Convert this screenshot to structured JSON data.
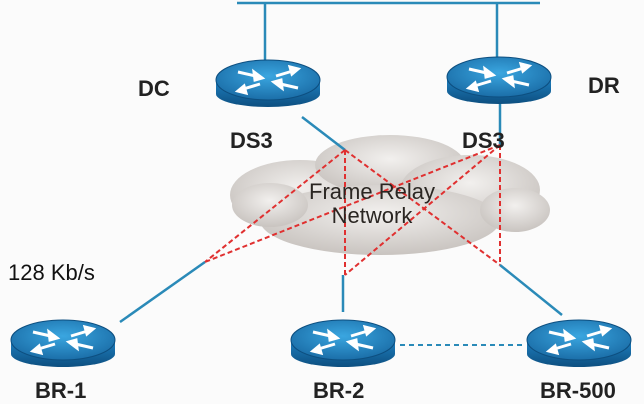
{
  "diagram": {
    "nodes": {
      "dc": {
        "site": "DC",
        "link": "DS3"
      },
      "dr": {
        "site": "DR",
        "link": "DS3"
      },
      "br1": {
        "name": "BR-1",
        "speed": "128 Kb/s"
      },
      "br2": {
        "name": "BR-2"
      },
      "br500": {
        "name": "BR-500"
      }
    },
    "cloud": {
      "line1": "Frame Relay",
      "line2": "Network"
    },
    "colors": {
      "router": "#1a6fa8",
      "link": "#2a8ab8",
      "pvc": "#e03030",
      "cloud": "#d8d4d0"
    }
  }
}
